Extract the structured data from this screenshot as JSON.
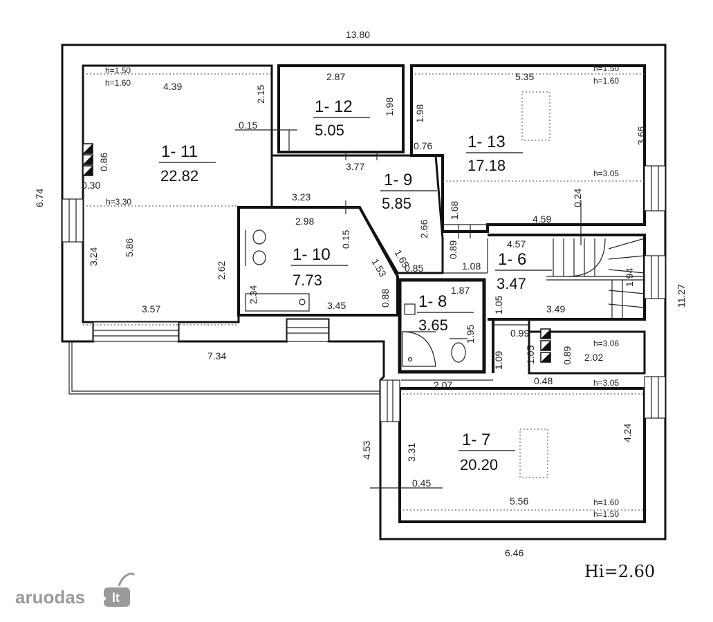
{
  "rooms": [
    {
      "id": "1- 11",
      "area": "22.82"
    },
    {
      "id": "1- 12",
      "area": "5.05"
    },
    {
      "id": "1- 13",
      "area": "17.18"
    },
    {
      "id": "1- 9",
      "area": "5.85"
    },
    {
      "id": "1- 10",
      "area": "7.73"
    },
    {
      "id": "1- 6",
      "area": "3.47"
    },
    {
      "id": "1- 8",
      "area": "3.65"
    },
    {
      "id": "1- 7",
      "area": "20.20"
    }
  ],
  "dimensions": [
    "13.80",
    "6.74",
    "11.27",
    "7.34",
    "6.46",
    "4.39",
    "2.15",
    "0.15",
    "0.86",
    "0.30",
    "5.86",
    "3.24",
    "2.62",
    "3.57",
    "2.87",
    "1.98",
    "3.77",
    "5.35",
    "1.98",
    "3.66",
    "0.76",
    "1.68",
    "0.24",
    "4.59",
    "3.23",
    "2.98",
    "0.15",
    "1.65",
    "1.53",
    "2.66",
    "0.85",
    "0.89",
    "3.45",
    "2.34",
    "0.88",
    "1.08",
    "4.57",
    "1.87",
    "1.05",
    "1.94",
    "3.49",
    "1.95",
    "0.99",
    "1.05",
    "0.89",
    "2.02",
    "1.09",
    "0.48",
    "2.07",
    "4.53",
    "3.31",
    "4.24",
    "0.45",
    "5.56"
  ],
  "heights": [
    "h=1.50",
    "h=1.60",
    "h=3.30",
    "h=1.50",
    "h=1.60",
    "h=3.05",
    "h=3.06",
    "h=3.05",
    "h=1.60",
    "h=1.50"
  ],
  "hi_label": "Hi=2.60",
  "watermark": {
    "text": "aruodas",
    "suffix": "lt"
  }
}
